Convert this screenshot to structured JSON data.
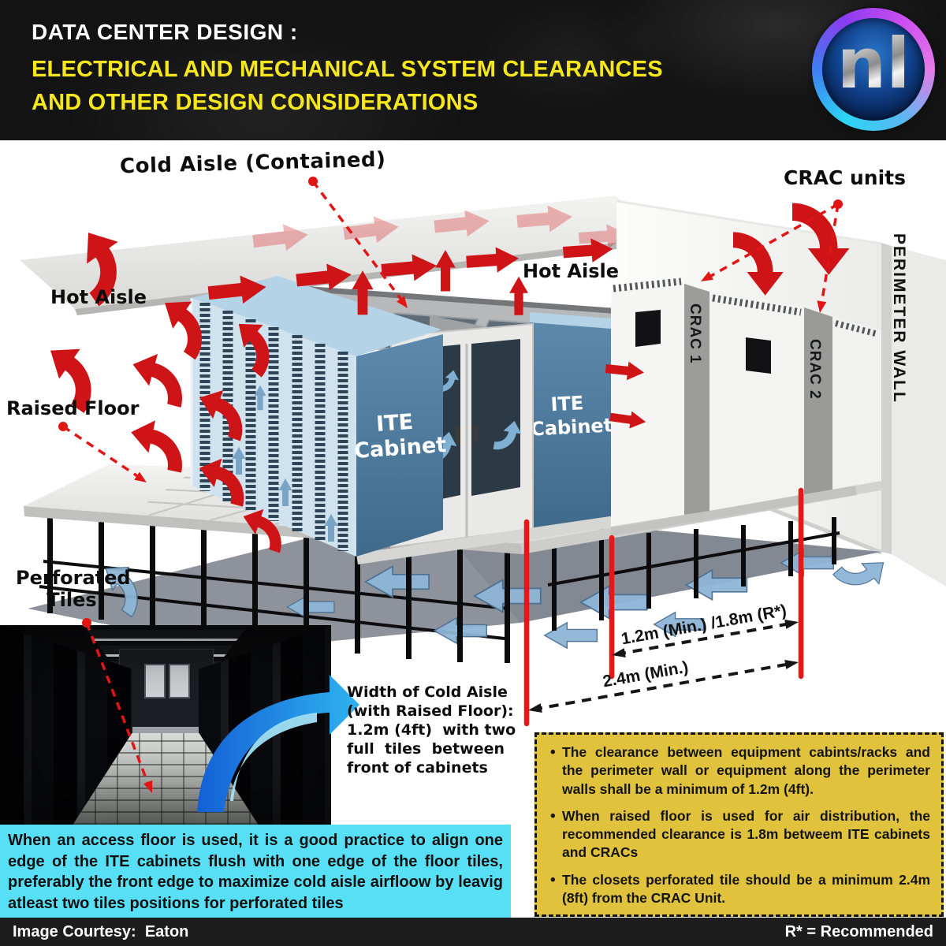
{
  "header": {
    "title": "DATA CENTER DESIGN :",
    "subtitle1": "ELECTRICAL AND MECHANICAL SYSTEM CLEARANCES",
    "subtitle2": "AND OTHER DESIGN CONSIDERATIONS",
    "title_color": "#ffffff",
    "subtitle_color": "#f6e71c",
    "background": "#131313",
    "logo": "nl"
  },
  "diagram": {
    "labels": {
      "cold_aisle": "Cold Aisle (Contained)",
      "crac_units": "CRAC units",
      "hot_aisle_left": "Hot Aisle",
      "hot_aisle_mid": "Hot Aisle",
      "raised_floor": "Raised Floor",
      "perforated_1": "Perforated",
      "perforated_2": "Tiles",
      "ite_1": "ITE",
      "ite_2": "Cabinet",
      "crac_1": "CRAC 1",
      "crac_2": "CRAC 2",
      "perimeter_wall": "PERIMETER WALL"
    },
    "dimensions": {
      "crac_clearance": "1.2m (Min.) /1.8m (R*)",
      "tile_clearance": "2.4m (Min.)"
    },
    "colors": {
      "hot_air_red": "#cf1418",
      "cold_air_blue": "#8fb6d6",
      "cabinet_blue": "#4e7ca1",
      "measure_red": "#e81616",
      "annotation_red": "#e21515"
    }
  },
  "notes": {
    "cold_aisle_width": {
      "line1": "Width of Cold Aisle",
      "line2": "(with Raised Floor):",
      "line3": "1.2m (4ft)  with two",
      "line4": "full  tiles  between",
      "line5": "front of cabinets"
    },
    "access_floor": "When an access floor is used, it is a good practice to align one edge of the ITE cabinets flush with one edge of the floor tiles, preferably the front edge to maximize cold aisle airfloow by leavig atleast two tiles positions for perforated tiles",
    "clearances": [
      "The clearance between equipment cabints/racks and the perimeter wall or equipment along the perimeter walls shall be a minimum of 1.2m (4ft).",
      "When raised floor is used for air distribution, the recommended clearance is 1.8m betweem ITE cabinets and CRACs",
      "The closets perforated tile should be a minimum 2.4m (8ft) from the CRAC Unit."
    ],
    "clearances_bg": "#e0c23d",
    "access_bg": "#57e0f5"
  },
  "footer": {
    "credit": "Image Courtesy:  Eaton",
    "legend": "R* = Recommended"
  }
}
